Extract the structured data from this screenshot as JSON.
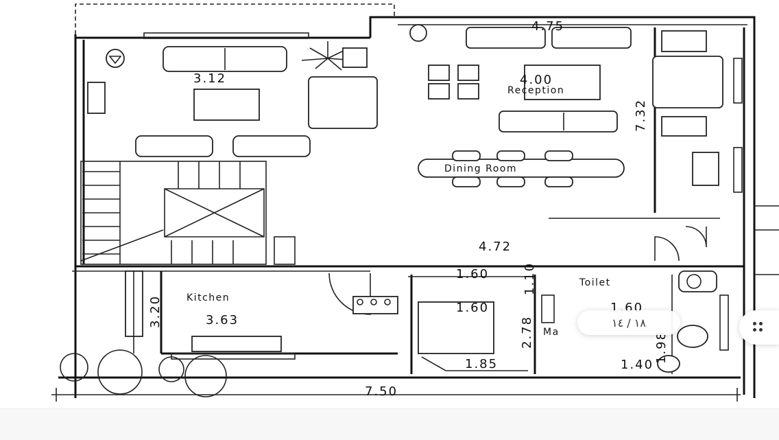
{
  "plan": {
    "dimensions": {
      "top_right_width": "4.75",
      "living_width": "3.12",
      "reception_width": "4.00",
      "right_depth": "7.32",
      "mid_width": "4.72",
      "corridor_width": "1.60",
      "corridor_depth": "1.10",
      "kitchen_depth": "3.20",
      "kitchen_width": "3.63",
      "maid_width": "1.60",
      "maid_depth": "2.78",
      "maid_bath_width": "1.85",
      "toilet_width": "1.60",
      "toilet_depth": "1.98",
      "bath_width": "1.40",
      "total_width": "7.50"
    },
    "rooms": {
      "reception": "Reception",
      "dining": "Dining Room",
      "kitchen": "Kitchen",
      "toilet": "Toilet",
      "maid": "Ma"
    }
  },
  "viewer": {
    "page_indicator": "١٨ / ١٤",
    "more_icon": "dots-grid-icon"
  }
}
